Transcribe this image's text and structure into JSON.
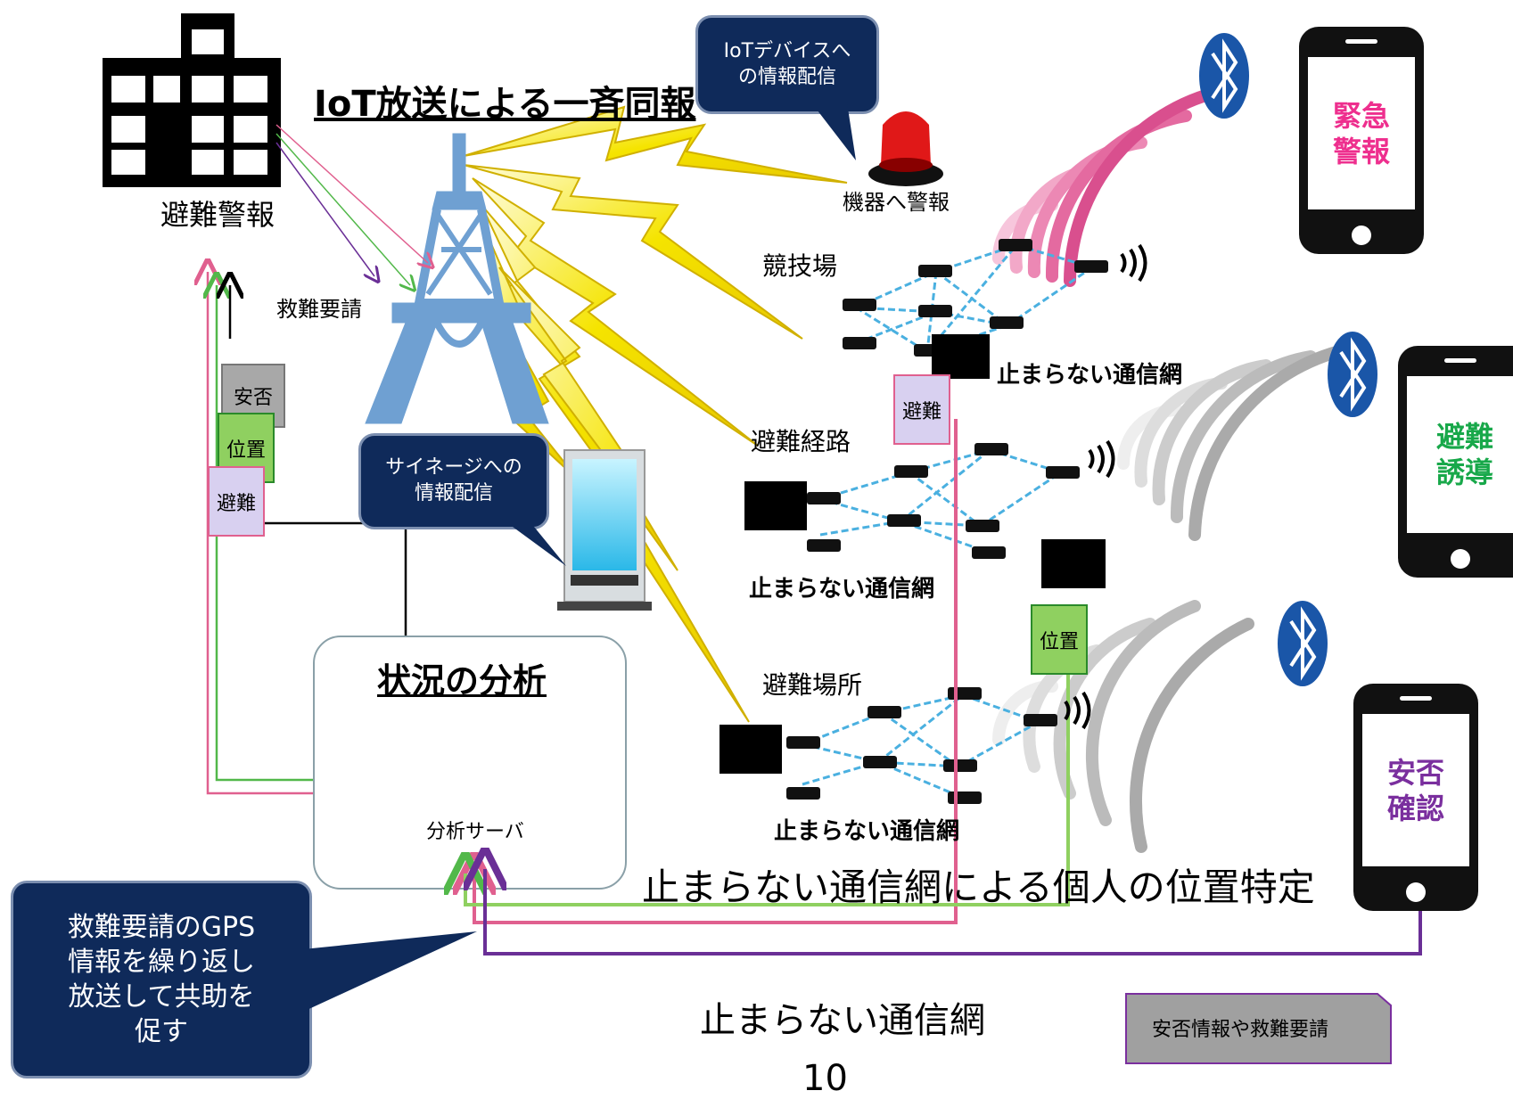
{
  "title": "IoT放送による一斉同報",
  "labels": {
    "evac_alert": "避難警報",
    "rescue_request": "救難要請",
    "device_alert": "機器へ警報",
    "stadium": "競技場",
    "evac_route": "避難経路",
    "evac_place": "避難場所",
    "net1": "止まらない通信網",
    "net2": "止まらない通信網",
    "net3": "止まらない通信網",
    "position_caption": "止まらない通信網による個人の位置特定",
    "footer_title": "止まらない通信網",
    "page_number": "10"
  },
  "bubbles": {
    "iot": "IoTデバイスへ\nの情報配信",
    "signage": "サイネージへの\n情報配信",
    "gps": "救難要請のGPS\n情報を繰り返し\n放送して共助を\n促す"
  },
  "analysis": {
    "title": "状況の分析",
    "server": "分析サーバ"
  },
  "docs": {
    "safety": "安否",
    "position_left": "位置",
    "evac_left": "避難",
    "evac_mid": "避難",
    "position_mid": "位置"
  },
  "phones": [
    {
      "label": "緊急\n警報",
      "color": "#ee2f8e"
    },
    {
      "label": "避難\n誘導",
      "color": "#18a84a"
    },
    {
      "label": "安否\n確認",
      "color": "#7a2f9e"
    }
  ],
  "legend": {
    "text": "安否情報や救難要請"
  },
  "icons": [
    "building-icon",
    "tower-icon",
    "alarm-light-icon",
    "signage-icon",
    "bluetooth-icon",
    "phone-icon",
    "wireless-node-icon"
  ],
  "colors": {
    "navy": "#0f2a5a",
    "pink": "#e0608f",
    "green": "#52b84a",
    "purple": "#6a2f96",
    "wave_yellow": "#f2e000",
    "mesh": "#4ab0e0",
    "tower": "#6fa0d2"
  }
}
